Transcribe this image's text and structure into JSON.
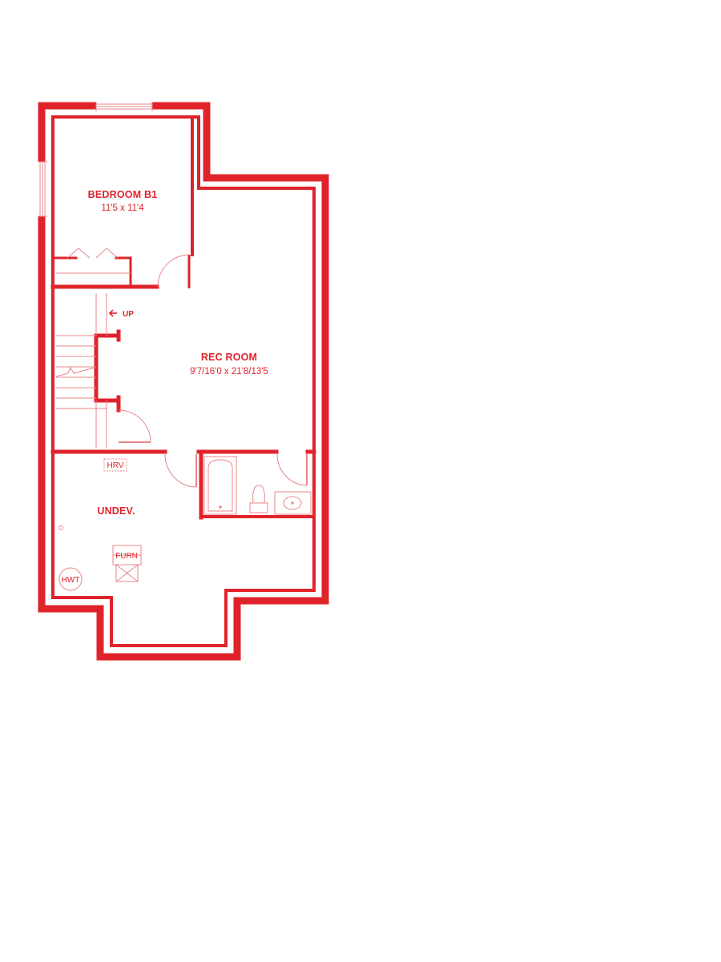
{
  "colors": {
    "wall": "#E0232B",
    "fixture": "#E8868A",
    "background": "#ffffff"
  },
  "rooms": {
    "bedroom": {
      "name": "BEDROOM B1",
      "dims": "11'5 x 11'4"
    },
    "rec_room": {
      "name": "REC ROOM",
      "dims": "9'7/16'0 x 21'8/13'5"
    },
    "undeveloped": {
      "name": "UNDEV."
    }
  },
  "stairs": {
    "label": "UP",
    "icon": "arrow-left-icon"
  },
  "equipment": {
    "hrv": "HRV",
    "furnace": "FURN",
    "water_heater": "HWT"
  }
}
